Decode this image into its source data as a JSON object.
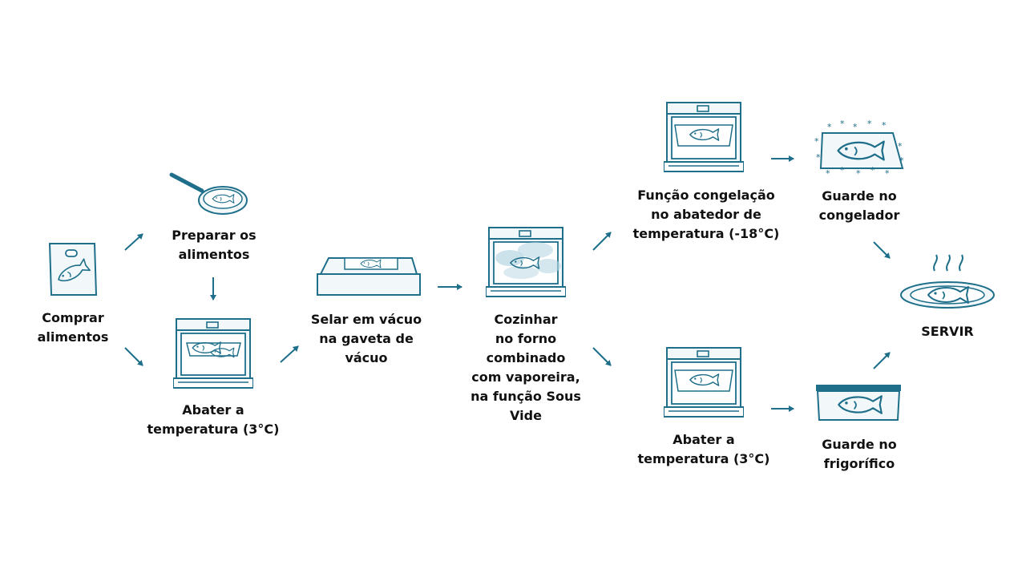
{
  "colors": {
    "stroke": "#1f6f8b",
    "fill": "#f2f8fa",
    "text": "#111111",
    "steam": "#b7d6e2"
  },
  "labels": {
    "comprar": [
      "Comprar",
      "alimentos"
    ],
    "preparar": [
      "Preparar os",
      "alimentos"
    ],
    "abater1": [
      "Abater a",
      "temperatura (3°C)"
    ],
    "selar": [
      "Selar em vácuo",
      "na gaveta de",
      "vácuo"
    ],
    "cozinhar": [
      "Cozinhar",
      "no forno",
      "combinado",
      "com vaporeira,",
      "na função Sous",
      "Vide"
    ],
    "congelacao": [
      "Função congelação",
      "no abatedor de",
      "temperatura (-18°C)"
    ],
    "abater2": [
      "Abater a",
      "temperatura (3°C)"
    ],
    "guarde_congelador": [
      "Guarde no",
      "congelador"
    ],
    "guarde_frigorifico": [
      "Guarde no",
      "frigorífico"
    ],
    "servir": [
      "SERVIR"
    ]
  },
  "icons": {
    "bag": "bag-with-fish-icon",
    "pan": "frying-pan-with-fish-icon",
    "blast_chiller": "blast-chiller-oven-icon",
    "vacuum_drawer": "vacuum-drawer-icon",
    "steam_oven": "steam-oven-icon",
    "freezer_tray": "frozen-fish-tray-icon",
    "fridge_container": "fridge-container-icon",
    "plate": "served-fish-plate-icon"
  }
}
